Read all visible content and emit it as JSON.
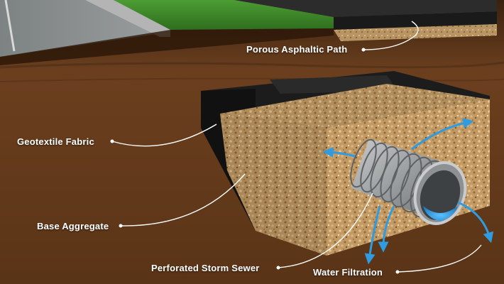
{
  "labels": {
    "porous_path": "Porous Asphaltic Path",
    "geotextile": "Geotextile Fabric",
    "base_aggregate": "Base Aggregate",
    "storm_sewer": "Perforated Storm Sewer",
    "water_filtration": "Water Filtration"
  },
  "colors": {
    "soil": "#6b3f1e",
    "soil_dark": "#4a2a12",
    "grass": "#3f8a2a",
    "road": "#8c9091",
    "asphalt": "#2c2c2c",
    "aggregate": "#c8a06a",
    "fabric": "#1e1e1e",
    "pipe": "#9a9d9f",
    "water": "#2f9be0"
  }
}
